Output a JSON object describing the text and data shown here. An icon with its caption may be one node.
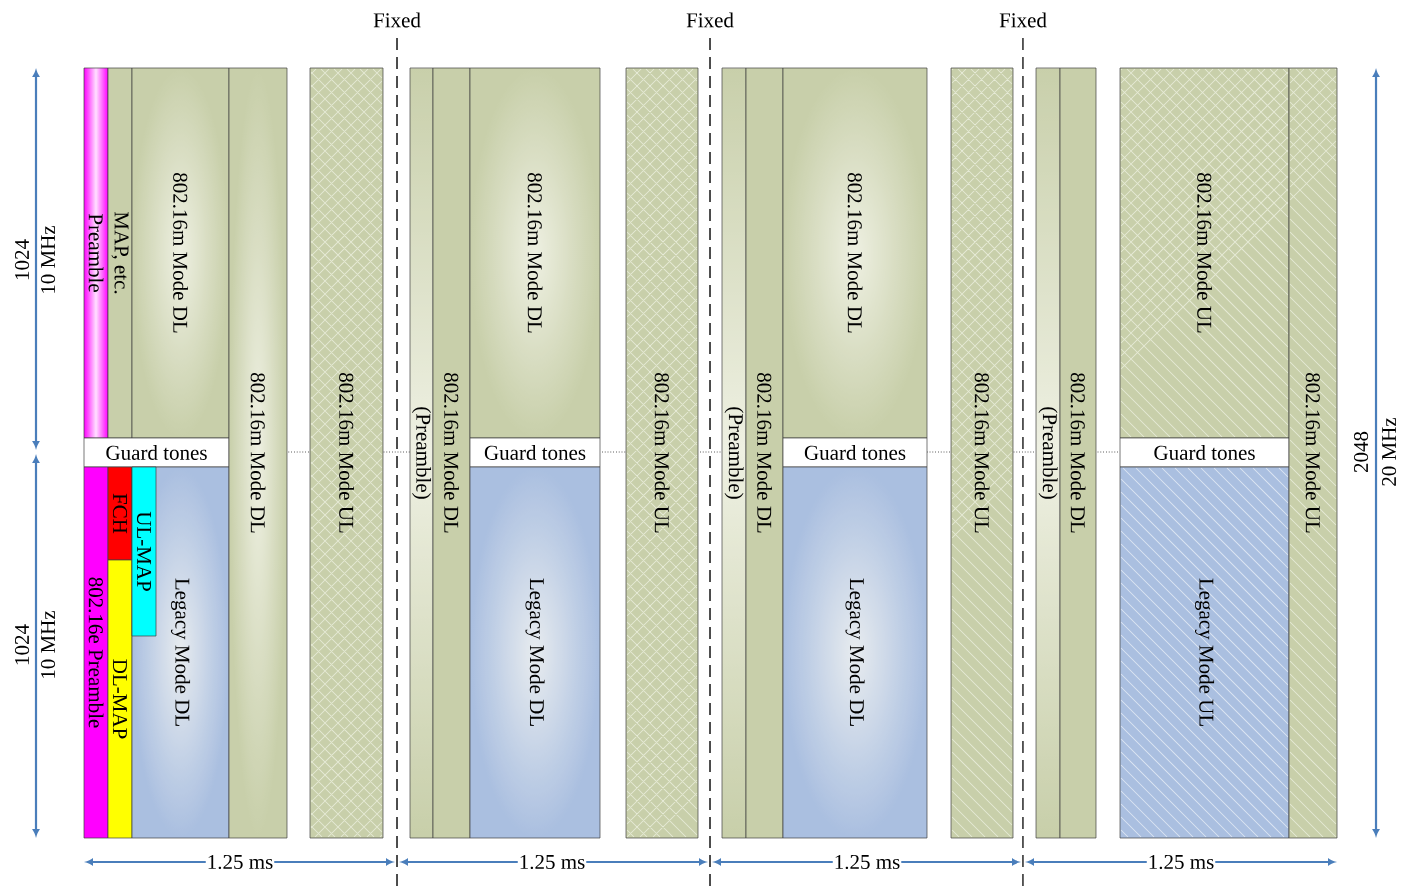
{
  "diagram": {
    "nodes": [
      {
        "text": [
          "Preamble"
        ]
      },
      {
        "text": [
          "MAP, etc."
        ]
      },
      {
        "text": [
          "802.16m Mode DL"
        ]
      },
      {
        "text": [
          "Guard tones"
        ]
      },
      {
        "text": [
          "802.16e Preamble"
        ]
      },
      {
        "text": [
          "FCH"
        ]
      },
      {
        "text": [
          "DL-MAP"
        ]
      },
      {
        "text": [
          "Legacy Mode DL"
        ]
      },
      {
        "text": [
          "UL-MAP"
        ],
        "in": 7
      },
      {
        "text": [
          "802.16m Mode DL"
        ]
      },
      {
        "text": [
          "802.16m Mode UL"
        ]
      },
      {
        "text": [
          "(Preamble)"
        ]
      },
      {
        "text": [
          "802.16m Mode DL"
        ]
      },
      {
        "text": [
          "802.16m Mode DL"
        ]
      },
      {
        "text": [
          "Guard tones"
        ]
      },
      {
        "text": [
          "Legacy Mode DL"
        ]
      },
      {
        "text": [
          "802.16m Mode UL"
        ]
      },
      {
        "text": [
          "(Preamble)"
        ]
      },
      {
        "text": [
          "802.16m Mode DL"
        ]
      },
      {
        "text": [
          "802.16m Mode DL"
        ]
      },
      {
        "text": [
          "Guard tones"
        ]
      },
      {
        "text": [
          "Legacy Mode DL"
        ]
      },
      {
        "text": [
          "802.16m Mode UL"
        ]
      },
      {
        "text": [
          "(Preamble)"
        ]
      },
      {
        "text": [
          "802.16m Mode DL"
        ]
      },
      {
        "text": [
          "802.16m Mode UL"
        ]
      },
      {
        "text": [
          "Guard tones"
        ]
      },
      {
        "text": [
          "Legacy Mode UL"
        ]
      },
      {
        "text": [
          "802.16m Mode UL"
        ]
      }
    ],
    "labels": [
      "Fixed",
      "Fixed",
      "Fixed",
      "1024",
      "10 MHz",
      "1024",
      "10 MHz",
      "2048",
      "20 MHz",
      "1.25 ms",
      "1.25 ms",
      "1.25 ms",
      "1.25 ms"
    ]
  }
}
